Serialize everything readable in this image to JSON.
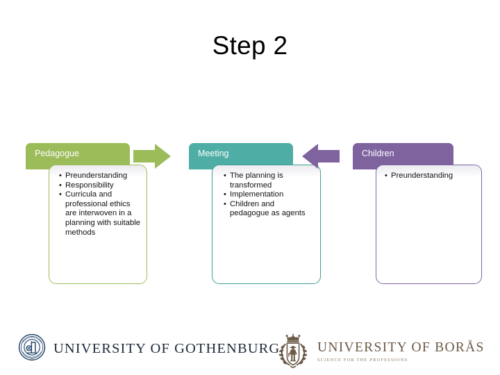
{
  "slide": {
    "title": "Step 2"
  },
  "diagram": {
    "groups": [
      {
        "key": "pedagogue",
        "header": "Pedagogue",
        "color": "#9CBB59",
        "bullets": [
          "Preunderstanding",
          "Responsibility",
          " Curricula and professional ethics are interwoven in a planning with suitable methods"
        ]
      },
      {
        "key": "meeting",
        "header": "Meeting",
        "color": "#4EAEA5",
        "bullets": [
          "The planning is transformed",
          "Implementation",
          "Children and pedagogue as agents"
        ]
      },
      {
        "key": "children",
        "header": "Children",
        "color": "#7E639F",
        "bullets": [
          "Preunderstanding"
        ]
      }
    ],
    "arrows": [
      {
        "key": "right-arrow",
        "direction": "right",
        "color": "#9CBB59"
      },
      {
        "key": "left-arrow",
        "direction": "left",
        "color": "#7E639F"
      }
    ]
  },
  "footer": {
    "logos": [
      {
        "key": "gothenburg",
        "name": "UNIVERSITY OF GOTHENBURG",
        "color": "#1d2a3a"
      },
      {
        "key": "boras",
        "name": "UNIVERSITY OF BORÅS",
        "tagline": "SCIENCE FOR THE PROFESSIONS",
        "color": "#6b5a47"
      }
    ]
  }
}
